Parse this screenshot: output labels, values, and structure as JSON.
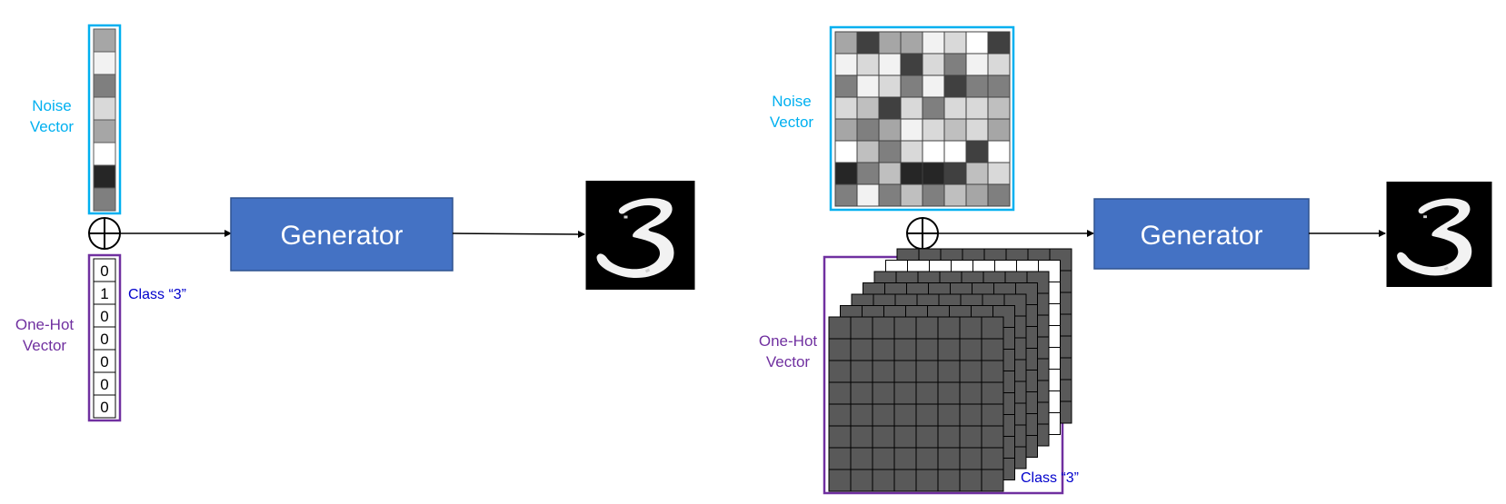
{
  "left_panel": {
    "noise_label": [
      "Noise",
      "Vector"
    ],
    "onehot_label": [
      "One-Hot",
      "Vector"
    ],
    "noise_cells": [
      "#a6a6a6",
      "#f2f2f2",
      "#7f7f7f",
      "#d9d9d9",
      "#a6a6a6",
      "#ffffff",
      "#262626",
      "#7f7f7f"
    ],
    "onehot_values": [
      "0",
      "1",
      "0",
      "0",
      "0",
      "0",
      "0"
    ],
    "class_label": "Class “3”",
    "generator_label": "Generator"
  },
  "right_panel": {
    "noise_label": [
      "Noise",
      "Vector"
    ],
    "onehot_label": [
      "One-Hot",
      "Vector"
    ],
    "noise_grid": [
      [
        "#a6a6a6",
        "#404040",
        "#a6a6a6",
        "#a6a6a6",
        "#f2f2f2",
        "#d9d9d9",
        "#ffffff",
        "#404040"
      ],
      [
        "#f2f2f2",
        "#d9d9d9",
        "#f2f2f2",
        "#404040",
        "#d9d9d9",
        "#7f7f7f",
        "#f2f2f2",
        "#d9d9d9"
      ],
      [
        "#7f7f7f",
        "#f2f2f2",
        "#d9d9d9",
        "#7f7f7f",
        "#f2f2f2",
        "#404040",
        "#7f7f7f",
        "#7f7f7f"
      ],
      [
        "#d9d9d9",
        "#bfbfbf",
        "#404040",
        "#d9d9d9",
        "#7f7f7f",
        "#d9d9d9",
        "#d9d9d9",
        "#bfbfbf"
      ],
      [
        "#a6a6a6",
        "#7f7f7f",
        "#a6a6a6",
        "#f2f2f2",
        "#d9d9d9",
        "#bfbfbf",
        "#d9d9d9",
        "#a6a6a6"
      ],
      [
        "#ffffff",
        "#bfbfbf",
        "#7f7f7f",
        "#d9d9d9",
        "#ffffff",
        "#ffffff",
        "#404040",
        "#ffffff"
      ],
      [
        "#262626",
        "#7f7f7f",
        "#bfbfbf",
        "#262626",
        "#262626",
        "#404040",
        "#bfbfbf",
        "#d9d9d9"
      ],
      [
        "#7f7f7f",
        "#f2f2f2",
        "#7f7f7f",
        "#bfbfbf",
        "#7f7f7f",
        "#bfbfbf",
        "#a6a6a6",
        "#7f7f7f"
      ]
    ],
    "onehot_planes": [
      "#595959",
      "#595959",
      "#595959",
      "#595959",
      "#595959",
      "#ffffff",
      "#595959"
    ],
    "class_label": "Class “3”",
    "generator_label": "Generator"
  },
  "colors": {
    "noise_accent": "#00b0f0",
    "onehot_accent": "#7030a0",
    "class_text": "#0000cc",
    "generator_fill": "#4472c4",
    "generator_border": "#2f528f",
    "generator_text": "#ffffff"
  },
  "icons": {
    "combine": "circled-plus-icon",
    "output": "digit-3-image"
  }
}
